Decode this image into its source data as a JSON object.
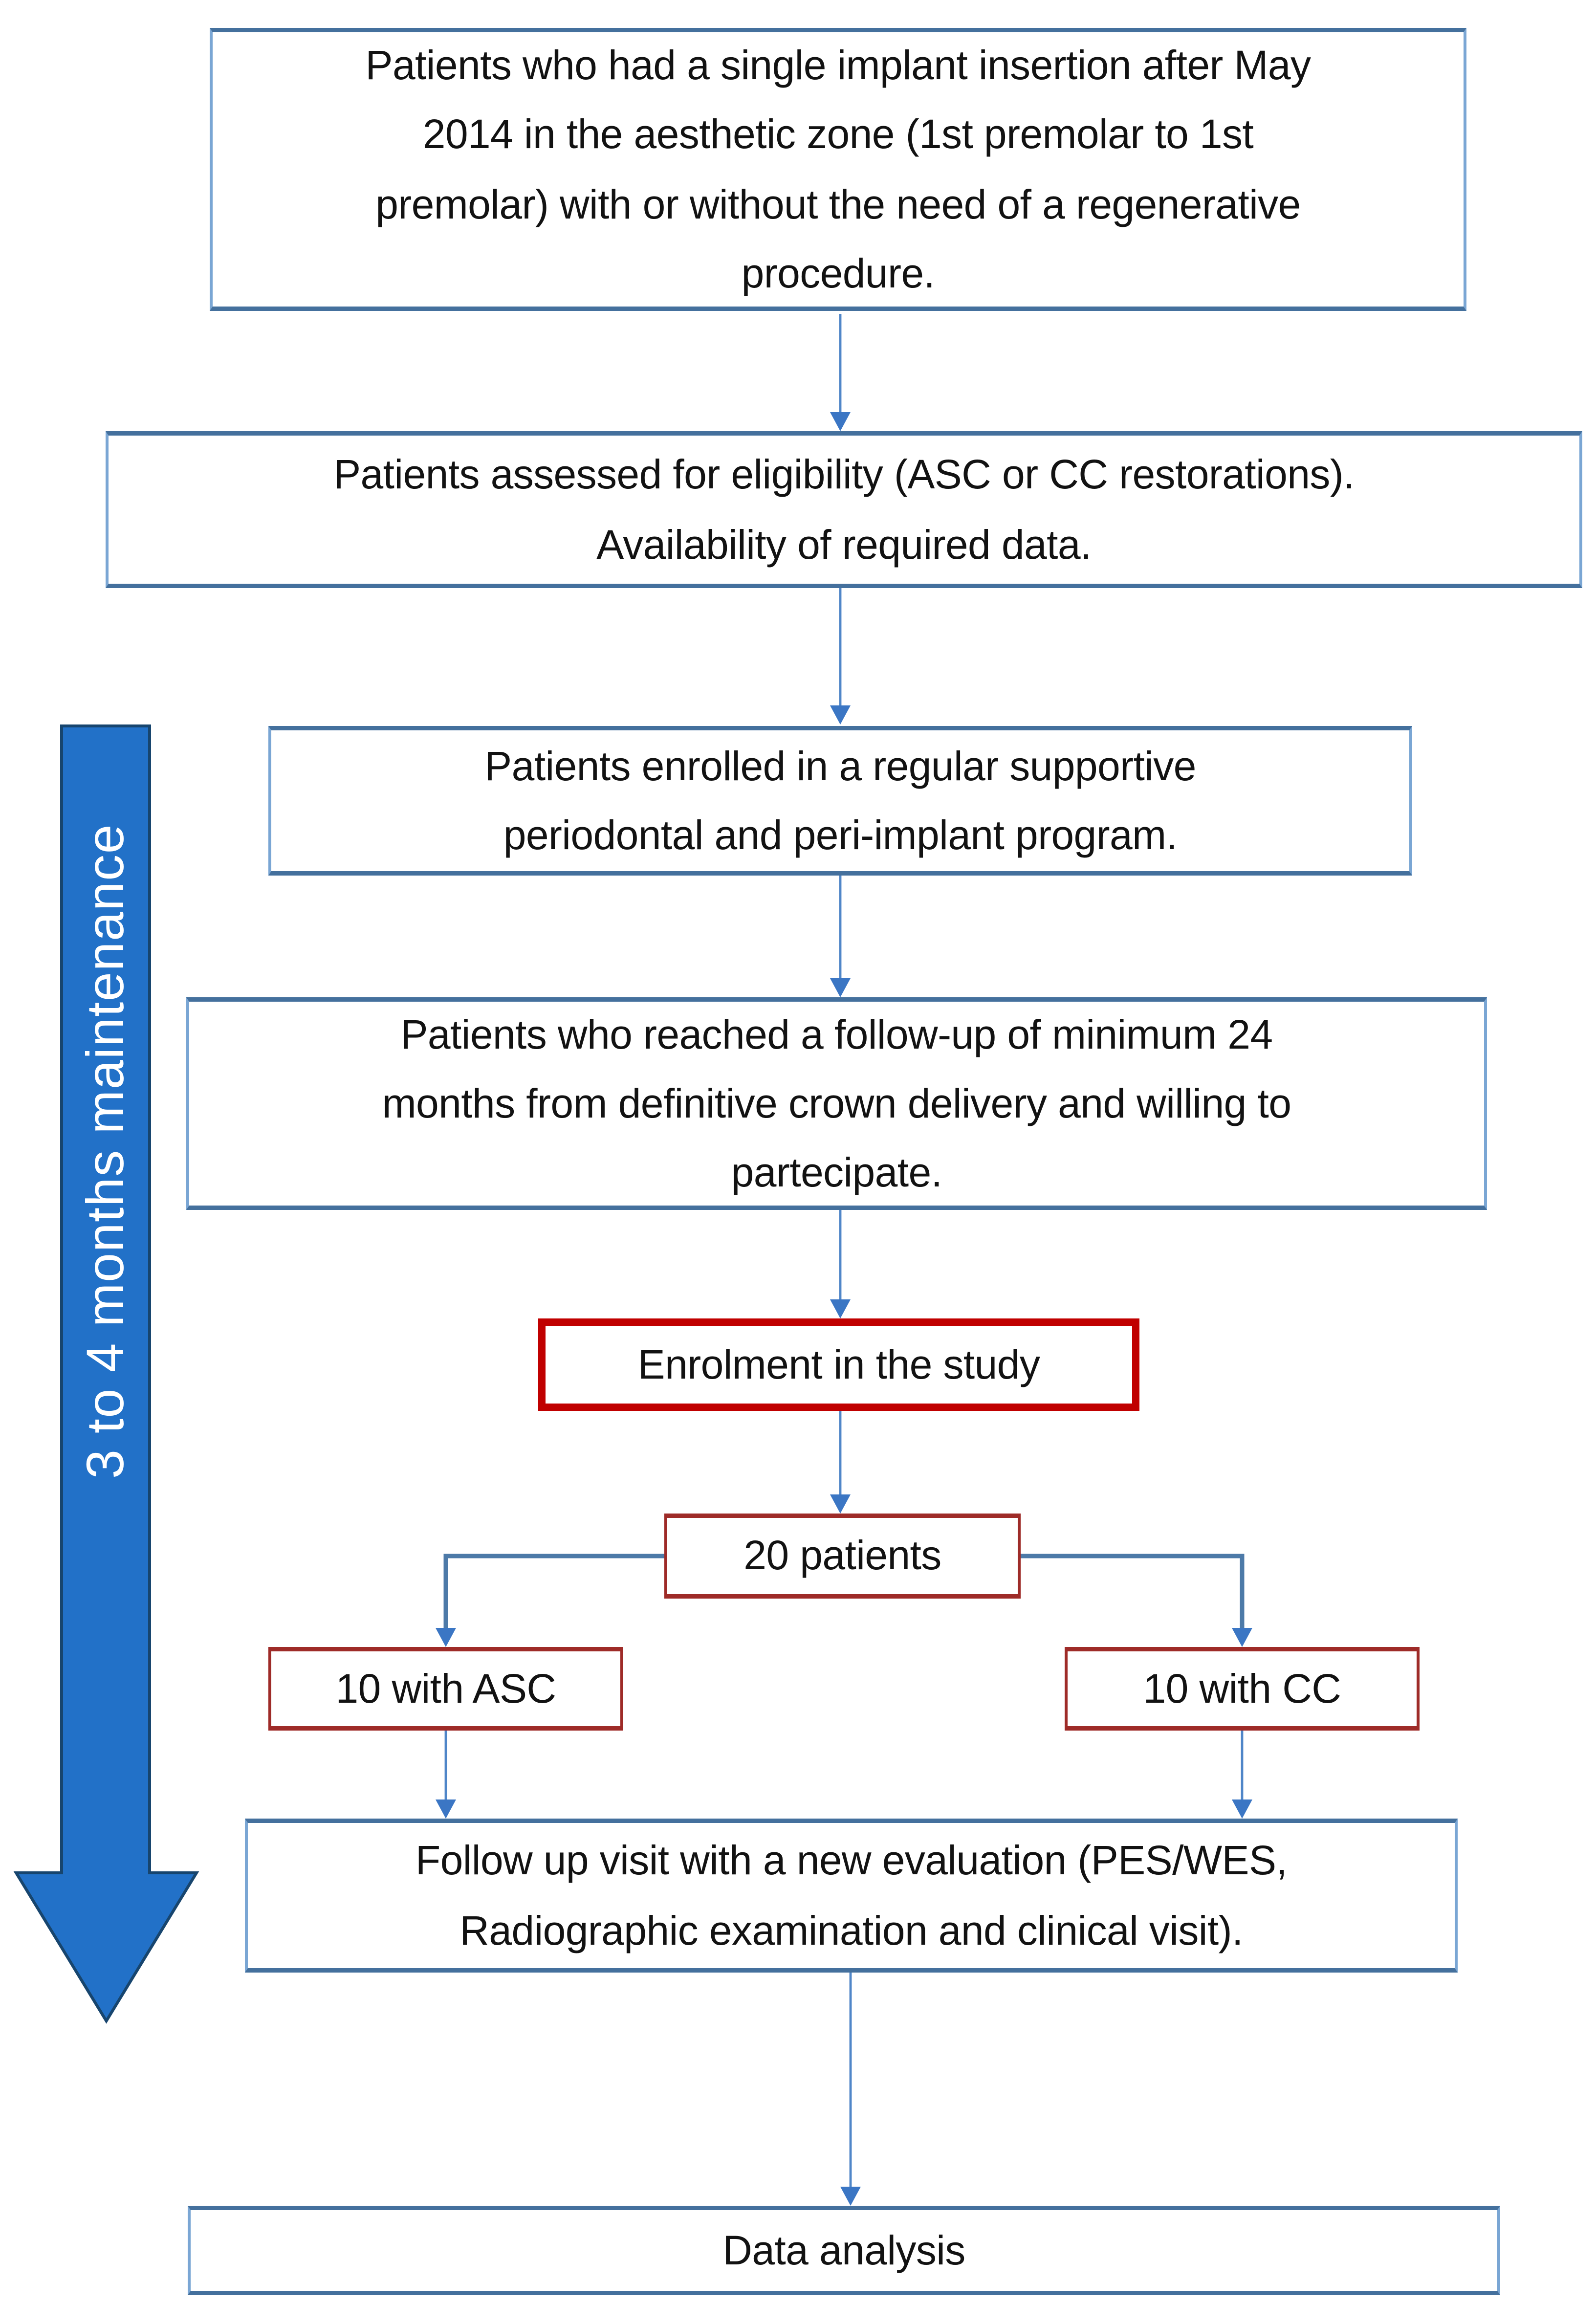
{
  "nodes": {
    "inclusion": {
      "text": "Patients who had a single implant insertion after May\n2014 in the aesthetic zone (1st premolar to 1st\npremolar) with or without the need of a regenerative\nprocedure."
    },
    "eligibility": {
      "text": "Patients assessed for eligibility (ASC or CC restorations).\nAvailability of required data."
    },
    "maintenance_program": {
      "text": "Patients enrolled in a regular  supportive\nperiodontal and peri-implant program."
    },
    "followup_minimum": {
      "text": "Patients who reached a follow-up of minimum 24\nmonths from definitive crown delivery and willing to\npartecipate."
    },
    "enrolment": {
      "text": "Enrolment in the study"
    },
    "patients_20": {
      "text": "20 patients"
    },
    "asc_10": {
      "text": "10 with ASC"
    },
    "cc_10": {
      "text": "10 with CC"
    },
    "followup_visit": {
      "text": "Follow up visit with a new evaluation (PES/WES,\nRadiographic examination  and clinical visit)."
    },
    "data_analysis": {
      "text": "Data analysis"
    }
  },
  "side_arrow": {
    "label": "3 to 4 months maintenance"
  },
  "edges": [
    {
      "from": "inclusion",
      "to": "eligibility"
    },
    {
      "from": "eligibility",
      "to": "maintenance_program"
    },
    {
      "from": "maintenance_program",
      "to": "followup_minimum"
    },
    {
      "from": "followup_minimum",
      "to": "enrolment"
    },
    {
      "from": "enrolment",
      "to": "patients_20"
    },
    {
      "from": "patients_20",
      "to": "asc_10"
    },
    {
      "from": "patients_20",
      "to": "cc_10"
    },
    {
      "from": "asc_10",
      "to": "followup_visit"
    },
    {
      "from": "cc_10",
      "to": "followup_visit"
    },
    {
      "from": "followup_visit",
      "to": "data_analysis"
    }
  ],
  "colors": {
    "blue_border_dark": "#44709d",
    "blue_border_side": "#7aa6d4",
    "red_border": "#c00000",
    "maroon_border": "#9e2b28",
    "connector_blue": "#4f86c8",
    "branch_blue": "#4d7aa8",
    "arrowhead_blue": "#3b76c4",
    "big_arrow_fill": "#2271c8",
    "big_arrow_outline": "#17456e",
    "text_color": "#121212",
    "box_fill": "#ffffff",
    "background": "#ffffff"
  }
}
